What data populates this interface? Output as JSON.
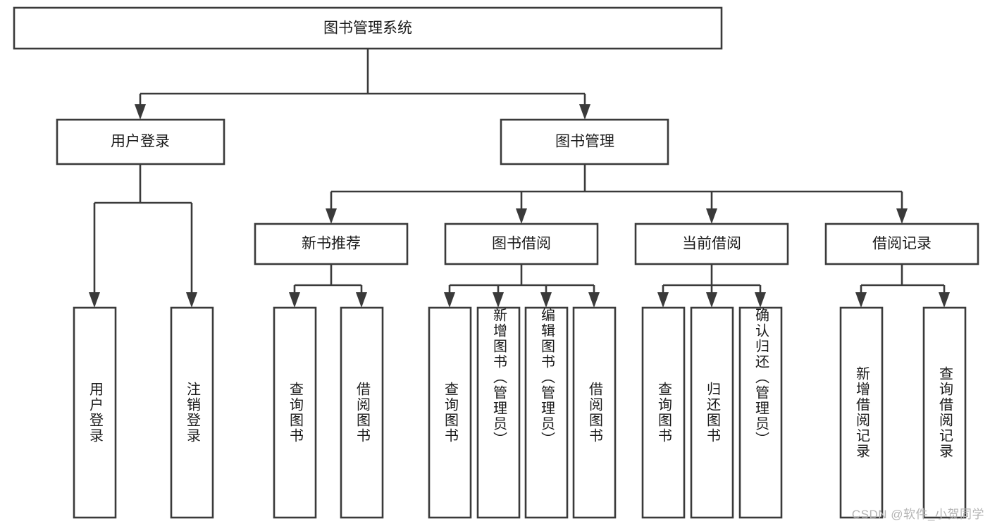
{
  "diagram": {
    "title": "图书管理系统",
    "type": "tree-hierarchy",
    "colors": {
      "box_stroke": "#3a3a3a",
      "box_fill": "#ffffff",
      "connector": "#3a3a3a",
      "text": "#1b1b1b",
      "watermark": "#b4b4b4"
    },
    "root": {
      "label": "图书管理系统"
    },
    "level2": [
      {
        "label": "用户登录"
      },
      {
        "label": "图书管理"
      }
    ],
    "level3": [
      {
        "label": "新书推荐"
      },
      {
        "label": "图书借阅"
      },
      {
        "label": "当前借阅"
      },
      {
        "label": "借阅记录"
      }
    ],
    "leaves": {
      "user_login": [
        {
          "label": "用户登录"
        },
        {
          "label": "注销登录"
        }
      ],
      "new_book": [
        {
          "label": "查询图书"
        },
        {
          "label": "借阅图书"
        }
      ],
      "book_borrow": [
        {
          "label": "查询图书"
        },
        {
          "label": "新增图书（管理员）"
        },
        {
          "label": "编辑图书（管理员）"
        },
        {
          "label": "借阅图书"
        }
      ],
      "current_borrow": [
        {
          "label": "查询图书"
        },
        {
          "label": "归还图书"
        },
        {
          "label": "确认归还（管理员）"
        }
      ],
      "borrow_record": [
        {
          "label": "新增借阅记录"
        },
        {
          "label": "查询借阅记录"
        }
      ]
    }
  },
  "watermark": {
    "text": "CSDN @软件_小贺同学"
  }
}
